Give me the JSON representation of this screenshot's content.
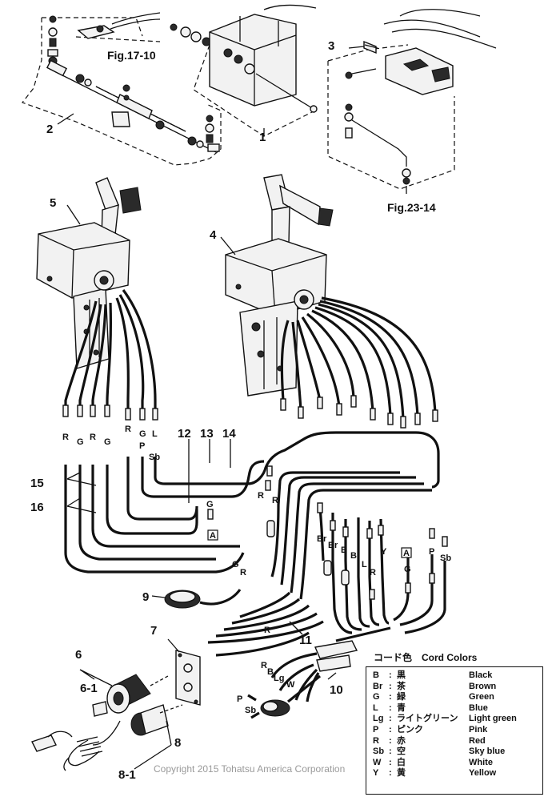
{
  "callouts": {
    "n1": "1",
    "n2": "2",
    "n3": "3",
    "n4": "4",
    "n5": "5",
    "n6": "6",
    "n6_1": "6-1",
    "n7": "7",
    "n8": "8",
    "n8_1": "8-1",
    "n9": "9",
    "n10": "10",
    "n11": "11",
    "n12": "12",
    "n13": "13",
    "n14": "14",
    "n15": "15",
    "n16": "16"
  },
  "figure_refs": {
    "fig17": "Fig.17-10",
    "fig23": "Fig.23-14"
  },
  "wire_labels": {
    "r1": "R",
    "g1": "G",
    "r2": "R",
    "g2": "G",
    "r3": "R",
    "g3": "G",
    "p1": "P",
    "l1": "L",
    "sb1": "Sb",
    "g_mid": "G",
    "a_mid": "A",
    "r_mid1": "R",
    "r_mid2": "R",
    "br1": "Br",
    "br2": "Br",
    "b1": "B",
    "b2": "B",
    "l2": "L",
    "r4": "R",
    "y1": "Y",
    "a_right": "A",
    "g_right": "G",
    "p_right": "P",
    "sb_right": "Sb",
    "g_low": "G",
    "r_low": "R",
    "r_bottom": "R",
    "h_r": "R",
    "h_b": "B",
    "h_lg": "Lg",
    "h_w": "W",
    "h_p": "P",
    "h_sb": "Sb"
  },
  "legend": {
    "title": "コード色　Cord Colors",
    "rows": [
      {
        "code": "B",
        "sep": ":",
        "jp": "黒",
        "en": "Black"
      },
      {
        "code": "Br",
        "sep": ":",
        "jp": "茶",
        "en": "Brown"
      },
      {
        "code": "G",
        "sep": ":",
        "jp": "緑",
        "en": "Green"
      },
      {
        "code": "L",
        "sep": ":",
        "jp": "青",
        "en": "Blue"
      },
      {
        "code": "Lg",
        "sep": ":",
        "jp": "ライトグリーン",
        "en": "Light green"
      },
      {
        "code": "P",
        "sep": ":",
        "jp": "ピンク",
        "en": "Pink"
      },
      {
        "code": "R",
        "sep": ":",
        "jp": "赤",
        "en": "Red"
      },
      {
        "code": "Sb",
        "sep": ":",
        "jp": "空",
        "en": "Sky blue"
      },
      {
        "code": "W",
        "sep": ":",
        "jp": "白",
        "en": "White"
      },
      {
        "code": "Y",
        "sep": ":",
        "jp": "黄",
        "en": "Yellow"
      }
    ]
  },
  "copyright": "Copyright 2015 Tohatsu America Corporation"
}
